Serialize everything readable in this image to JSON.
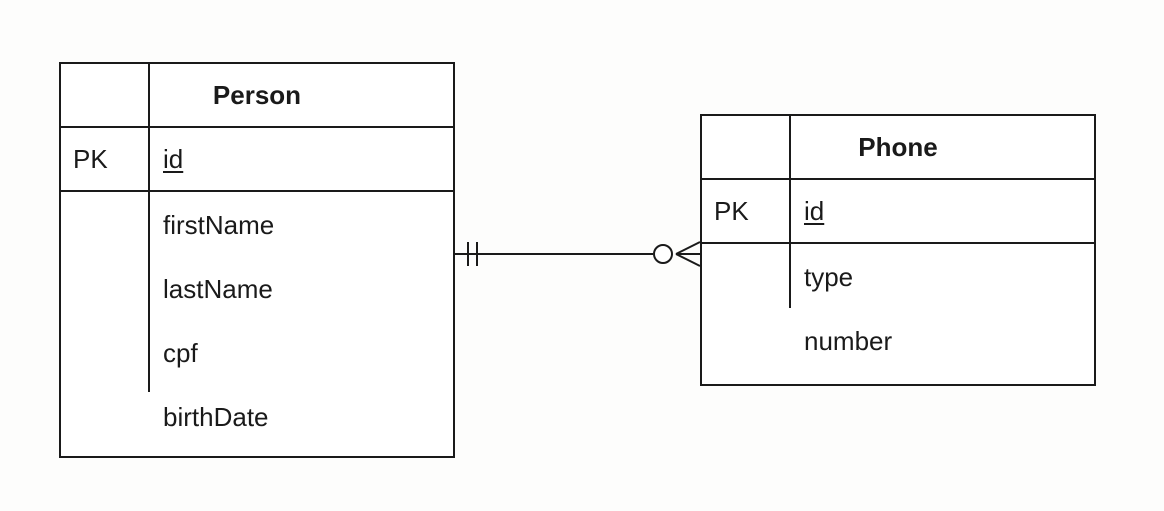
{
  "entities": {
    "person": {
      "name": "Person",
      "pk": {
        "label": "PK",
        "attribute": "id"
      },
      "attributes": [
        "firstName",
        "lastName",
        "cpf",
        "birthDate"
      ]
    },
    "phone": {
      "name": "Phone",
      "pk": {
        "label": "PK",
        "attribute": "id"
      },
      "attributes": [
        "type",
        "number"
      ]
    }
  },
  "relationship": {
    "from": "Person",
    "to": "Phone",
    "from_cardinality": "exactly one",
    "to_cardinality": "zero or many"
  },
  "colors": {
    "line": "#1a1a1a",
    "background": "#fdfdfc"
  }
}
